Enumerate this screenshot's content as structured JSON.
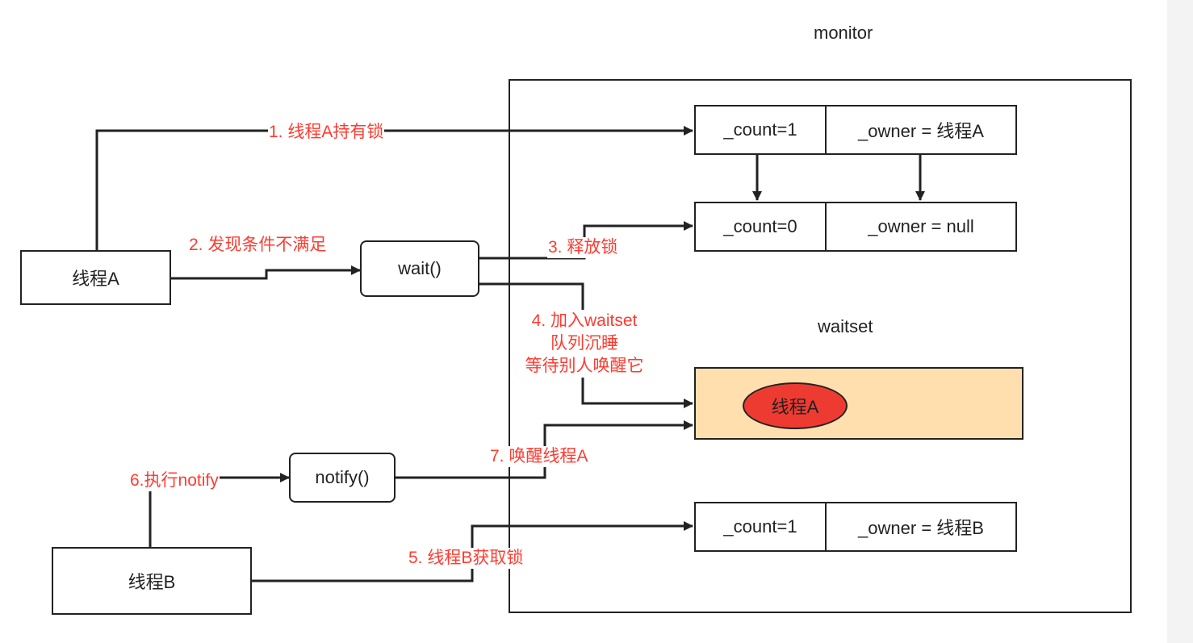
{
  "monitor_title": "monitor",
  "waitset_title": "waitset",
  "threads": {
    "a": "线程A",
    "b": "线程B"
  },
  "methods": {
    "wait": "wait()",
    "notify": "notify()"
  },
  "state_rows": [
    {
      "count": "_count=1",
      "owner": "_owner = 线程A"
    },
    {
      "count": "_count=0",
      "owner": "_owner = null"
    },
    {
      "count": "_count=1",
      "owner": "_owner = 线程B"
    }
  ],
  "waitset_item": "线程A",
  "steps": {
    "s1": "1. 线程A持有锁",
    "s2": "2. 发现条件不满足",
    "s3": "3. 释放锁",
    "s4_line1": "4. 加入waitset",
    "s4_line2": "队列沉睡",
    "s4_line3": "等待别人唤醒它",
    "s5": "5. 线程B获取锁",
    "s6": "6.执行notify",
    "s7": "7. 唤醒线程A"
  },
  "colors": {
    "step_text": "#ff3b30",
    "waitset_fill": "#ffdfae",
    "waiting_thread_fill": "#ee3b32",
    "line": "#222222"
  }
}
